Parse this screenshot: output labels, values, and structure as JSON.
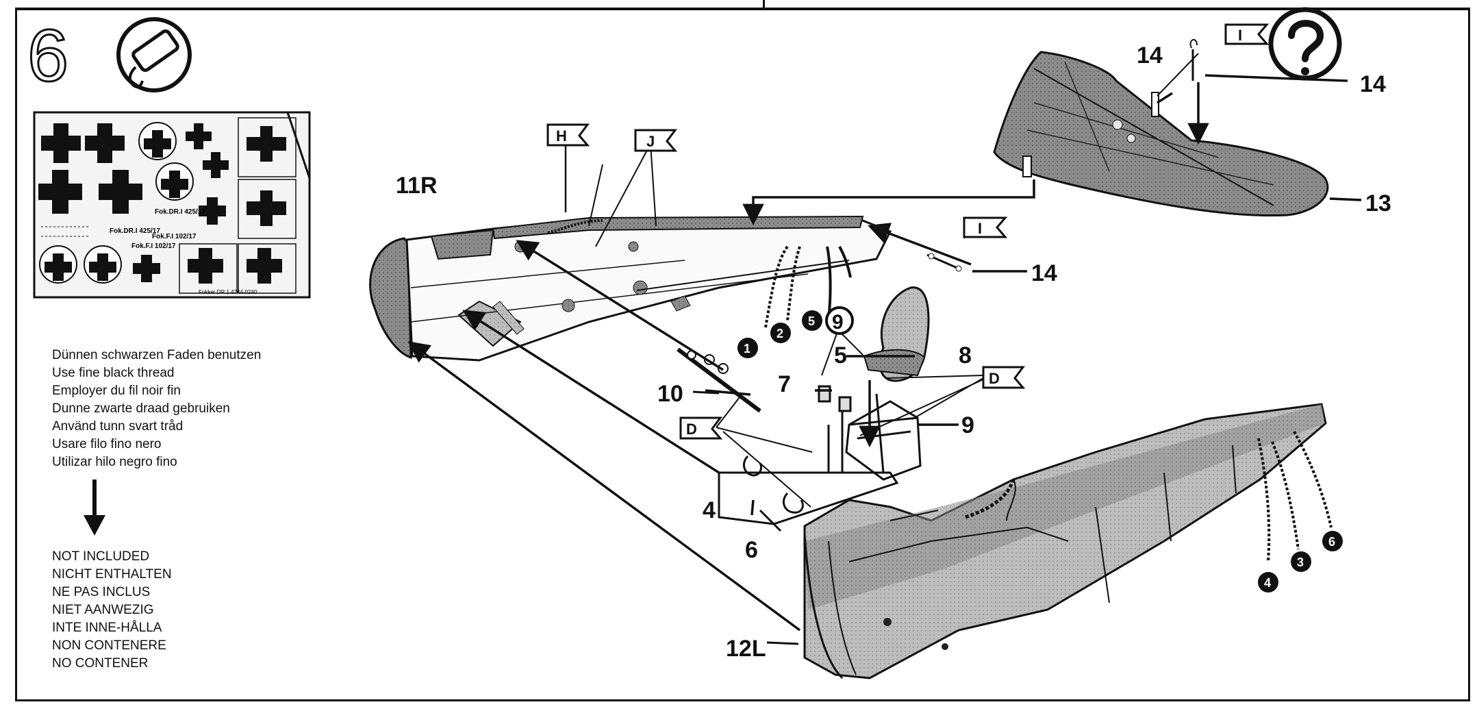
{
  "step": {
    "number": "6",
    "decal_sheet": {
      "labels": [
        "Fok.DR.I 425/17",
        "Fok.DR.I 425/17",
        "Fok.F.I 102/17",
        "Fok.F.I 102/17"
      ],
      "footer": "Fokker DR 1   4744-0240"
    }
  },
  "callouts": {
    "p14_top": "14",
    "p14_top_right": "14",
    "p13": "13",
    "p11r": "11R",
    "p14_right": "14",
    "p8": "8",
    "p5": "5",
    "p7": "7",
    "p10": "10",
    "p9_right": "9",
    "p9_circle": "9",
    "p4": "4",
    "p6": "6",
    "p12l": "12L"
  },
  "flags": {
    "H": "H",
    "J": "J",
    "I_top": "I",
    "I_mid": "I",
    "D_right": "D",
    "D_left": "D"
  },
  "threads": {
    "t1": "1",
    "t2": "2",
    "t5": "5",
    "t4": "4",
    "t3": "3",
    "t6": "6"
  },
  "instructions": [
    "Dünnen schwarzen Faden benutzen",
    "Use fine black thread",
    "Employer du fil noir fin",
    "Dunne zwarte draad gebruiken",
    "Använd tunn svart tråd",
    "Usare filo fino nero",
    "Utilizar hilo negro fino"
  ],
  "not_included": [
    "NOT INCLUDED",
    "NICHT ENTHALTEN",
    "NE PAS INCLUS",
    "NIET AANWEZIG",
    "INTE INNE-HÅLLA",
    "NON CONTENERE",
    "NO CONTENER"
  ]
}
